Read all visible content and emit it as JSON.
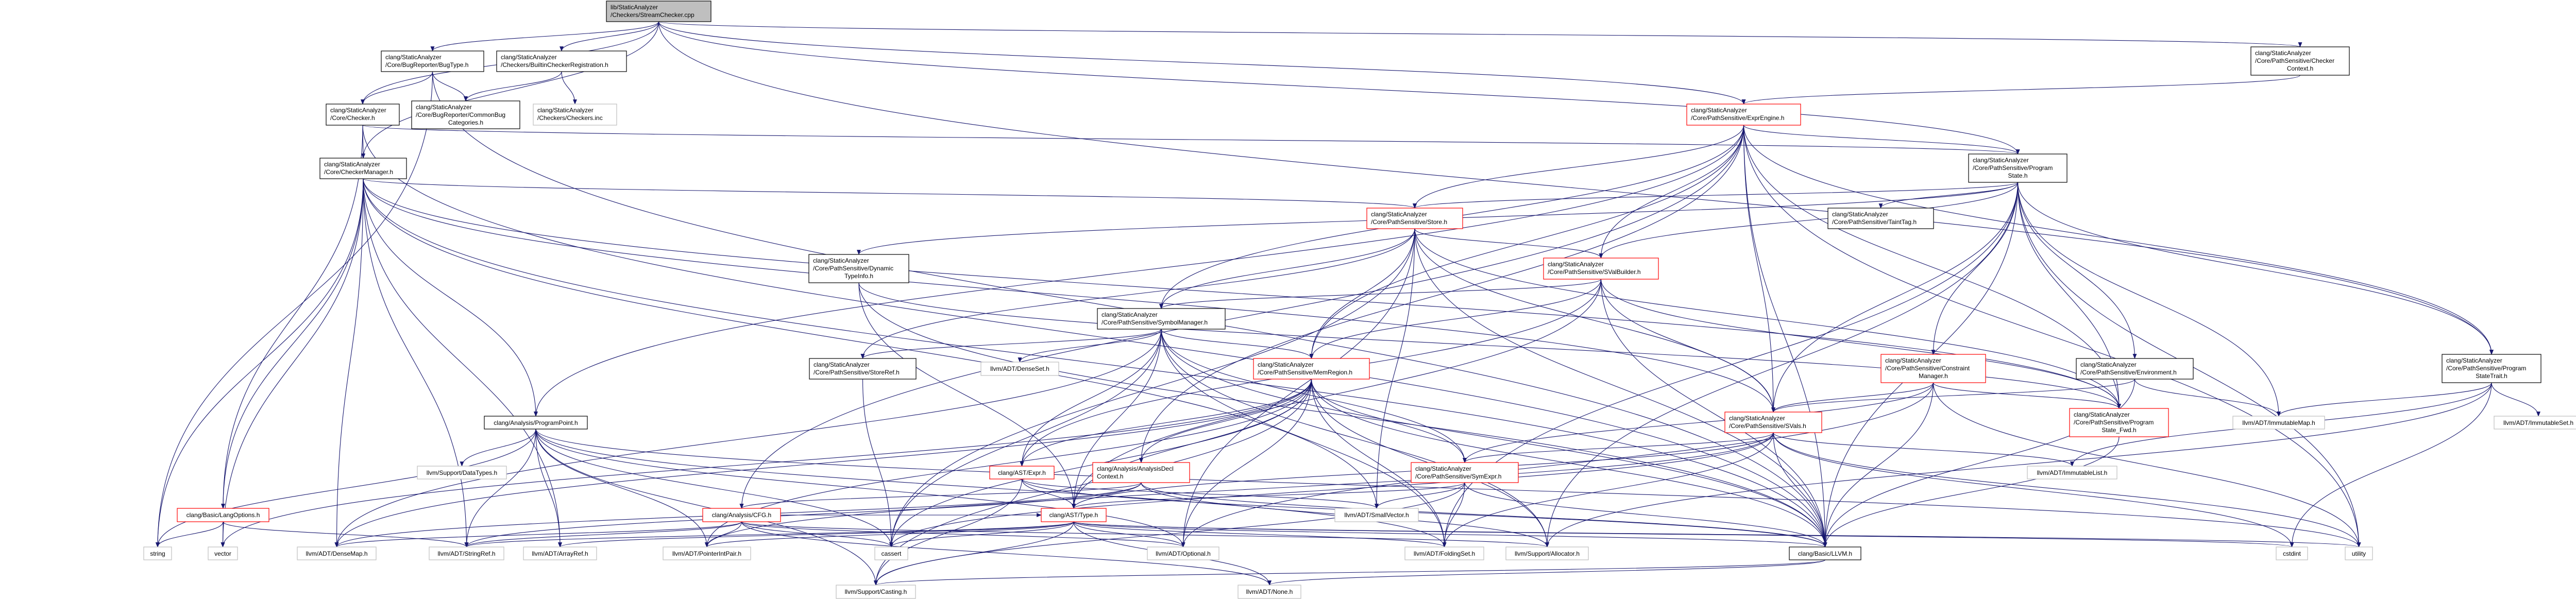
{
  "colors": {
    "edge": "#191970",
    "root_fill": "#bfbfbf",
    "documented_border": "#000000",
    "truncated_border": "#ff0000",
    "undocumented_border": "#bfbfbf",
    "node_fill": "#ffffff"
  },
  "nodes": [
    {
      "lines": [
        "lib/StaticAnalyzer",
        "/Checkers/StreamChecker.cpp"
      ],
      "kind": "root"
    },
    {
      "lines": [
        "clang/StaticAnalyzer",
        "/Core/BugReporter/BugType.h"
      ],
      "kind": "documented"
    },
    {
      "lines": [
        "clang/StaticAnalyzer",
        "/Checkers/BuiltinCheckerRegistration.h"
      ],
      "kind": "documented"
    },
    {
      "lines": [
        "clang/StaticAnalyzer",
        "/Core/Checker.h"
      ],
      "kind": "documented"
    },
    {
      "lines": [
        "clang/StaticAnalyzer",
        "/Core/BugReporter/CommonBug",
        "Categories.h"
      ],
      "kind": "documented"
    },
    {
      "lines": [
        "clang/StaticAnalyzer",
        "/Checkers/Checkers.inc"
      ],
      "kind": "undocumented"
    },
    {
      "lines": [
        "clang/StaticAnalyzer",
        "/Core/CheckerManager.h"
      ],
      "kind": "documented"
    },
    {
      "lines": [
        "clang/StaticAnalyzer",
        "/Core/PathSensitive/Checker",
        "Context.h"
      ],
      "kind": "documented"
    },
    {
      "lines": [
        "clang/StaticAnalyzer",
        "/Core/PathSensitive/ExprEngine.h"
      ],
      "kind": "truncated"
    },
    {
      "lines": [
        "clang/StaticAnalyzer",
        "/Core/PathSensitive/Program",
        "State.h"
      ],
      "kind": "documented"
    },
    {
      "lines": [
        "clang/StaticAnalyzer",
        "/Core/PathSensitive/Store.h"
      ],
      "kind": "truncated"
    },
    {
      "lines": [
        "clang/StaticAnalyzer",
        "/Core/PathSensitive/TaintTag.h"
      ],
      "kind": "documented"
    },
    {
      "lines": [
        "clang/StaticAnalyzer",
        "/Core/PathSensitive/Dynamic",
        "TypeInfo.h"
      ],
      "kind": "documented"
    },
    {
      "lines": [
        "clang/StaticAnalyzer",
        "/Core/PathSensitive/SValBuilder.h"
      ],
      "kind": "truncated"
    },
    {
      "lines": [
        "clang/StaticAnalyzer",
        "/Core/PathSensitive/SymbolManager.h"
      ],
      "kind": "documented"
    },
    {
      "lines": [
        "clang/StaticAnalyzer",
        "/Core/PathSensitive/StoreRef.h"
      ],
      "kind": "documented"
    },
    {
      "lines": [
        "llvm/ADT/DenseSet.h"
      ],
      "kind": "undocumented"
    },
    {
      "lines": [
        "clang/StaticAnalyzer",
        "/Core/PathSensitive/MemRegion.h"
      ],
      "kind": "truncated"
    },
    {
      "lines": [
        "clang/StaticAnalyzer",
        "/Core/PathSensitive/Constraint",
        "Manager.h"
      ],
      "kind": "truncated"
    },
    {
      "lines": [
        "clang/StaticAnalyzer",
        "/Core/PathSensitive/Environment.h"
      ],
      "kind": "documented"
    },
    {
      "lines": [
        "clang/StaticAnalyzer",
        "/Core/PathSensitive/Program",
        "StateTrait.h"
      ],
      "kind": "documented"
    },
    {
      "lines": [
        "clang/Analysis/ProgramPoint.h"
      ],
      "kind": "documented"
    },
    {
      "lines": [
        "clang/StaticAnalyzer",
        "/Core/PathSensitive/SVals.h"
      ],
      "kind": "truncated"
    },
    {
      "lines": [
        "clang/StaticAnalyzer",
        "/Core/PathSensitive/Program",
        "State_Fwd.h"
      ],
      "kind": "truncated"
    },
    {
      "lines": [
        "llvm/ADT/ImmutableMap.h"
      ],
      "kind": "undocumented"
    },
    {
      "lines": [
        "llvm/ADT/ImmutableSet.h"
      ],
      "kind": "undocumented"
    },
    {
      "lines": [
        "llvm/Support/DataTypes.h"
      ],
      "kind": "undocumented"
    },
    {
      "lines": [
        "clang/AST/Expr.h"
      ],
      "kind": "truncated"
    },
    {
      "lines": [
        "clang/Analysis/AnalysisDecl",
        "Context.h"
      ],
      "kind": "truncated"
    },
    {
      "lines": [
        "clang/StaticAnalyzer",
        "/Core/PathSensitive/SymExpr.h"
      ],
      "kind": "truncated"
    },
    {
      "lines": [
        "llvm/ADT/ImmutableList.h"
      ],
      "kind": "undocumented"
    },
    {
      "lines": [
        "clang/Basic/LangOptions.h"
      ],
      "kind": "truncated"
    },
    {
      "lines": [
        "clang/Analysis/CFG.h"
      ],
      "kind": "truncated"
    },
    {
      "lines": [
        "clang/AST/Type.h"
      ],
      "kind": "truncated"
    },
    {
      "lines": [
        "llvm/ADT/SmallVector.h"
      ],
      "kind": "undocumented"
    },
    {
      "lines": [
        "string"
      ],
      "kind": "undocumented"
    },
    {
      "lines": [
        "vector"
      ],
      "kind": "undocumented"
    },
    {
      "lines": [
        "llvm/ADT/DenseMap.h"
      ],
      "kind": "undocumented"
    },
    {
      "lines": [
        "llvm/ADT/StringRef.h"
      ],
      "kind": "undocumented"
    },
    {
      "lines": [
        "llvm/ADT/ArrayRef.h"
      ],
      "kind": "undocumented"
    },
    {
      "lines": [
        "llvm/ADT/PointerIntPair.h"
      ],
      "kind": "undocumented"
    },
    {
      "lines": [
        "cassert"
      ],
      "kind": "undocumented"
    },
    {
      "lines": [
        "llvm/ADT/Optional.h"
      ],
      "kind": "undocumented"
    },
    {
      "lines": [
        "llvm/ADT/FoldingSet.h"
      ],
      "kind": "undocumented"
    },
    {
      "lines": [
        "llvm/Support/Allocator.h"
      ],
      "kind": "undocumented"
    },
    {
      "lines": [
        "clang/Basic/LLVM.h"
      ],
      "kind": "documented"
    },
    {
      "lines": [
        "cstdint"
      ],
      "kind": "undocumented"
    },
    {
      "lines": [
        "utility"
      ],
      "kind": "undocumented"
    },
    {
      "lines": [
        "llvm/Support/Casting.h"
      ],
      "kind": "undocumented"
    },
    {
      "lines": [
        "llvm/ADT/None.h"
      ],
      "kind": "undocumented"
    }
  ],
  "edges": [
    [
      0,
      1
    ],
    [
      0,
      2
    ],
    [
      0,
      3
    ],
    [
      0,
      6
    ],
    [
      0,
      7
    ],
    [
      0,
      8
    ],
    [
      0,
      9
    ],
    [
      0,
      20
    ],
    [
      1,
      3
    ],
    [
      1,
      4
    ],
    [
      1,
      35
    ],
    [
      1,
      45
    ],
    [
      2,
      4
    ],
    [
      2,
      5
    ],
    [
      3,
      6
    ],
    [
      3,
      9
    ],
    [
      3,
      31
    ],
    [
      3,
      45
    ],
    [
      6,
      21
    ],
    [
      6,
      31
    ],
    [
      6,
      45
    ],
    [
      6,
      39
    ],
    [
      6,
      37
    ],
    [
      6,
      34
    ],
    [
      6,
      38
    ],
    [
      6,
      35
    ],
    [
      6,
      36
    ],
    [
      6,
      23
    ],
    [
      6,
      22
    ],
    [
      6,
      10
    ],
    [
      7,
      8
    ],
    [
      8,
      9
    ],
    [
      8,
      10
    ],
    [
      8,
      13
    ],
    [
      8,
      14
    ],
    [
      8,
      17
    ],
    [
      8,
      21
    ],
    [
      8,
      22
    ],
    [
      8,
      23
    ],
    [
      8,
      28
    ],
    [
      8,
      32
    ],
    [
      8,
      45
    ],
    [
      8,
      20
    ],
    [
      8,
      47
    ],
    [
      9,
      10
    ],
    [
      9,
      11
    ],
    [
      9,
      12
    ],
    [
      9,
      13
    ],
    [
      9,
      18
    ],
    [
      9,
      19
    ],
    [
      9,
      20
    ],
    [
      9,
      22
    ],
    [
      9,
      23
    ],
    [
      9,
      24
    ],
    [
      9,
      45
    ],
    [
      9,
      43
    ],
    [
      9,
      44
    ],
    [
      9,
      47
    ],
    [
      10,
      13
    ],
    [
      10,
      14
    ],
    [
      10,
      15
    ],
    [
      10,
      17
    ],
    [
      10,
      22
    ],
    [
      10,
      23
    ],
    [
      10,
      45
    ],
    [
      10,
      41
    ],
    [
      10,
      42
    ],
    [
      10,
      34
    ],
    [
      12,
      33
    ],
    [
      12,
      23
    ],
    [
      12,
      45
    ],
    [
      13,
      14
    ],
    [
      13,
      17
    ],
    [
      13,
      22
    ],
    [
      13,
      23
    ],
    [
      13,
      27
    ],
    [
      13,
      33
    ],
    [
      13,
      45
    ],
    [
      14,
      15
    ],
    [
      14,
      16
    ],
    [
      14,
      17
    ],
    [
      14,
      29
    ],
    [
      14,
      27
    ],
    [
      14,
      33
    ],
    [
      14,
      45
    ],
    [
      14,
      37
    ],
    [
      14,
      44
    ],
    [
      14,
      43
    ],
    [
      14,
      41
    ],
    [
      15,
      41
    ],
    [
      17,
      29
    ],
    [
      17,
      27
    ],
    [
      17,
      28
    ],
    [
      17,
      33
    ],
    [
      17,
      45
    ],
    [
      17,
      37
    ],
    [
      17,
      43
    ],
    [
      17,
      44
    ],
    [
      17,
      42
    ],
    [
      17,
      41
    ],
    [
      17,
      40
    ],
    [
      17,
      48
    ],
    [
      17,
      36
    ],
    [
      18,
      22
    ],
    [
      18,
      23
    ],
    [
      18,
      29
    ],
    [
      18,
      45
    ],
    [
      18,
      42
    ],
    [
      18,
      47
    ],
    [
      19,
      22
    ],
    [
      19,
      24
    ],
    [
      19,
      45
    ],
    [
      20,
      24
    ],
    [
      20,
      25
    ],
    [
      20,
      30
    ],
    [
      20,
      46
    ],
    [
      20,
      44
    ],
    [
      21,
      26
    ],
    [
      21,
      38
    ],
    [
      21,
      39
    ],
    [
      21,
      42
    ],
    [
      21,
      43
    ],
    [
      21,
      40
    ],
    [
      21,
      41
    ],
    [
      21,
      35
    ],
    [
      21,
      48
    ],
    [
      21,
      47
    ],
    [
      22,
      29
    ],
    [
      22,
      33
    ],
    [
      22,
      45
    ],
    [
      22,
      30
    ],
    [
      22,
      43
    ],
    [
      22,
      40
    ],
    [
      22,
      41
    ],
    [
      22,
      47
    ],
    [
      22,
      46
    ],
    [
      23,
      45
    ],
    [
      27,
      33
    ],
    [
      27,
      45
    ],
    [
      27,
      34
    ],
    [
      27,
      48
    ],
    [
      28,
      32
    ],
    [
      28,
      45
    ],
    [
      28,
      38
    ],
    [
      28,
      37
    ],
    [
      28,
      44
    ],
    [
      29,
      34
    ],
    [
      29,
      43
    ],
    [
      29,
      45
    ],
    [
      29,
      33
    ],
    [
      29,
      48
    ],
    [
      31,
      35
    ],
    [
      31,
      36
    ],
    [
      31,
      38
    ],
    [
      32,
      40
    ],
    [
      32,
      41
    ],
    [
      32,
      44
    ],
    [
      32,
      49
    ],
    [
      32,
      42
    ],
    [
      32,
      37
    ],
    [
      32,
      38
    ],
    [
      32,
      33
    ],
    [
      33,
      48
    ],
    [
      33,
      49
    ],
    [
      33,
      42
    ],
    [
      33,
      41
    ],
    [
      33,
      40
    ],
    [
      33,
      45
    ],
    [
      33,
      38
    ],
    [
      33,
      39
    ],
    [
      33,
      43
    ],
    [
      33,
      46
    ],
    [
      33,
      47
    ],
    [
      45,
      48
    ],
    [
      45,
      49
    ]
  ]
}
